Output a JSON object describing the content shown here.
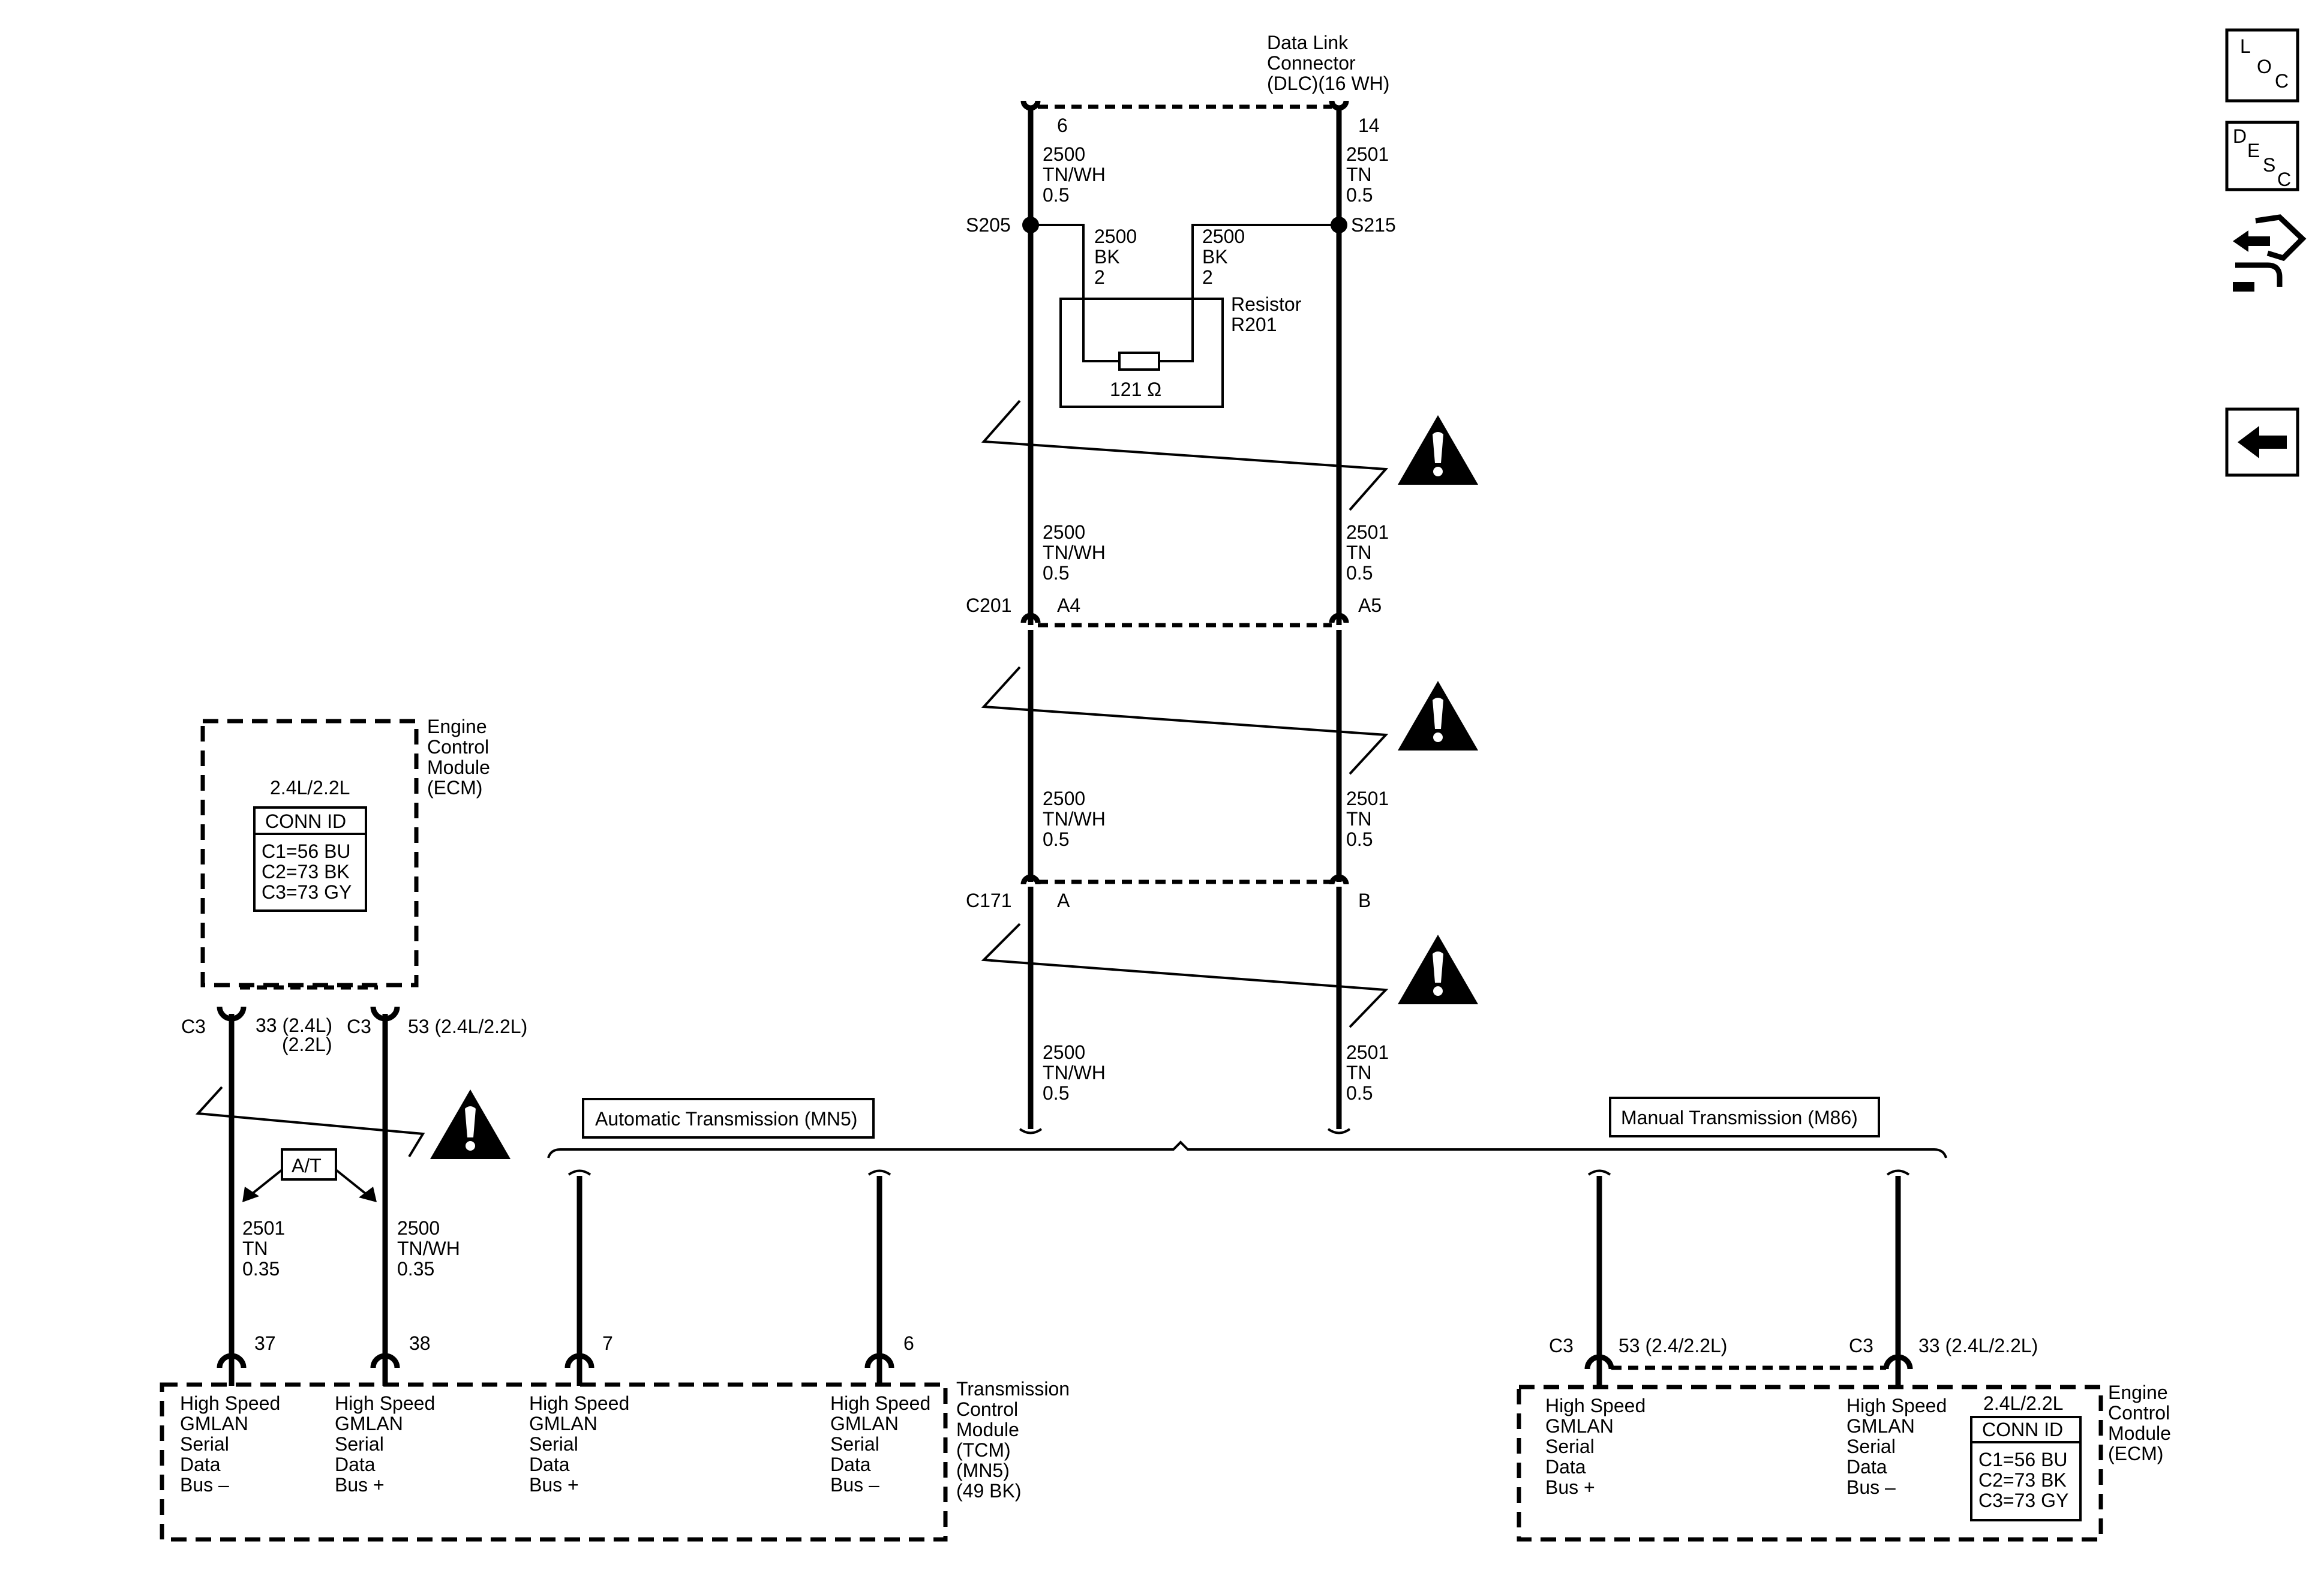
{
  "dlc": {
    "name_line1": "Data Link",
    "name_line2": "Connector",
    "name_line3": "(DLC)(16 WH)",
    "pin_left": "6",
    "pin_right": "14"
  },
  "wires": {
    "left_circuit": "2500",
    "left_color": "TN/WH",
    "left_gauge": "0.5",
    "right_circuit": "2501",
    "right_color": "TN",
    "right_gauge": "0.5"
  },
  "splices": {
    "left": "S205",
    "right": "S215"
  },
  "resistor": {
    "left_circuit": "2500",
    "left_color": "BK",
    "left_gauge": "2",
    "right_circuit": "2500",
    "right_color": "BK",
    "right_gauge": "2",
    "name_line1": "Resistor",
    "name_line2": "R201",
    "value": "121 Ω"
  },
  "c201": {
    "name": "C201",
    "pin_left": "A4",
    "pin_right": "A5"
  },
  "c171": {
    "name": "C171",
    "pin_left": "A",
    "pin_right": "B"
  },
  "bus_labels": {
    "automatic": "Automatic Transmission (MN5)",
    "manual": "Manual Transmission (M86)"
  },
  "ecm_left": {
    "name_line1": "Engine",
    "name_line2": "Control",
    "name_line3": "Module",
    "name_line4": "(ECM)",
    "engine": "2.4L/2.2L",
    "conn_id_title": "CONN ID",
    "conn_ids": [
      "C1=56 BU",
      "C2=73 BK",
      "C3=73 GY"
    ],
    "conn_left": "C3",
    "pin_left_line1": "33 (2.4L)",
    "pin_left_line2": "(2.2L)",
    "conn_right": "C3",
    "pin_right": "53 (2.4L/2.2L)"
  },
  "at_option": {
    "label": "A/T",
    "left_circuit": "2501",
    "left_color": "TN",
    "left_gauge": "0.35",
    "right_circuit": "2500",
    "right_color": "TN/WH",
    "right_gauge": "0.35"
  },
  "tcm": {
    "name_line1": "Transmission",
    "name_line2": "Control",
    "name_line3": "Module",
    "name_line4": "(TCM)",
    "name_line5": "(MN5)",
    "name_line6": "(49 BK)",
    "pins": [
      "37",
      "38",
      "7",
      "6"
    ],
    "pin_labels": [
      [
        "High Speed",
        "GMLAN",
        "Serial",
        "Data",
        "Bus –"
      ],
      [
        "High Speed",
        "GMLAN",
        "Serial",
        "Data",
        "Bus +"
      ],
      [
        "High Speed",
        "GMLAN",
        "Serial",
        "Data",
        "Bus +"
      ],
      [
        "High Speed",
        "GMLAN",
        "Serial",
        "Data",
        "Bus –"
      ]
    ]
  },
  "ecm_right": {
    "name_line1": "Engine",
    "name_line2": "Control",
    "name_line3": "Module",
    "name_line4": "(ECM)",
    "engine": "2.4L/2.2L",
    "conn_id_title": "CONN ID",
    "conn_ids": [
      "C1=56 BU",
      "C2=73 BK",
      "C3=73 GY"
    ],
    "conn_left": "C3",
    "pin_left": "53 (2.4/2.2L)",
    "conn_right": "C3",
    "pin_right": "33 (2.4L/2.2L)",
    "pin_labels": [
      [
        "High Speed",
        "GMLAN",
        "Serial",
        "Data",
        "Bus +"
      ],
      [
        "High Speed",
        "GMLAN",
        "Serial",
        "Data",
        "Bus –"
      ]
    ]
  },
  "sidebar": {
    "loc": {
      "l": "L",
      "o": "O",
      "c": "C"
    },
    "desc": {
      "d": "D",
      "e": "E",
      "s": "S",
      "c": "C"
    }
  },
  "icons": {
    "warning": "warning-triangle-icon",
    "back": "back-arrow-icon",
    "connector_view": "connector-end-view-icon"
  }
}
